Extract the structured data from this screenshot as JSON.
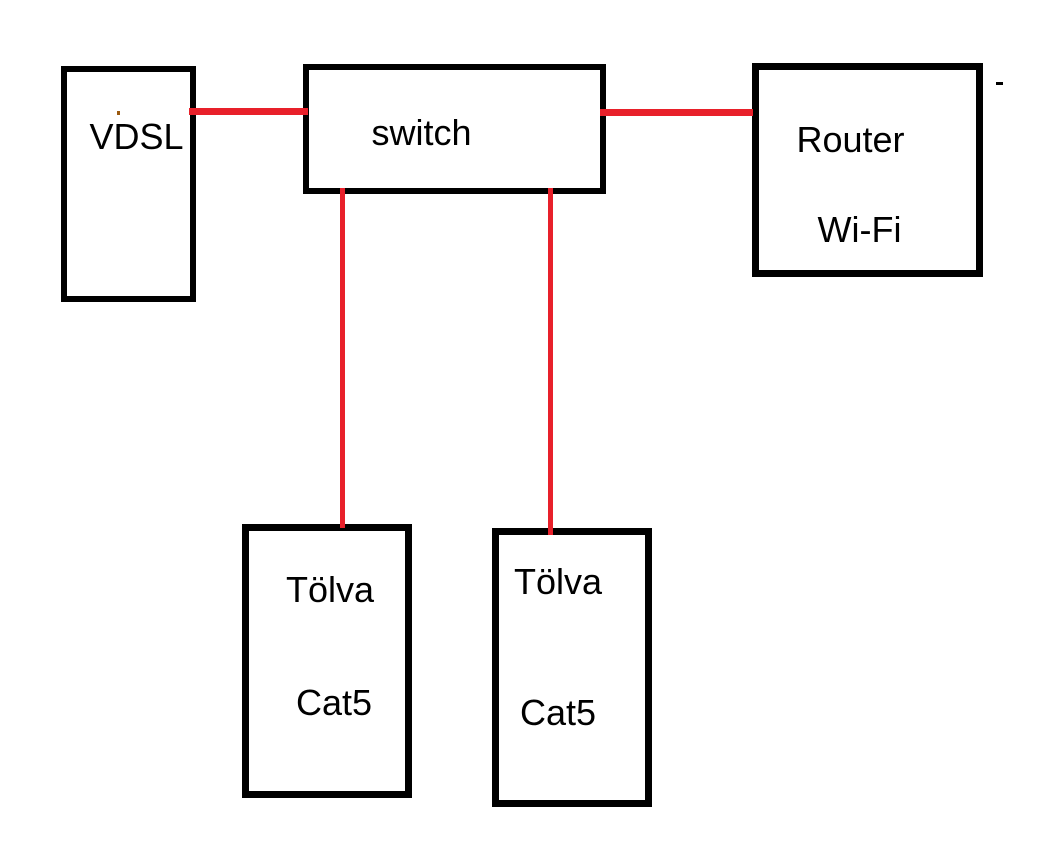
{
  "diagram": {
    "type": "network-topology",
    "colors": {
      "background": "#ffffff",
      "cable": "#e8202a",
      "node_border": "#000000",
      "node_fill": "#ffffff",
      "text": "#000000",
      "stray_dot": "#9b5a10"
    },
    "nodes": [
      {
        "id": "vdsl",
        "label": "VDSL"
      },
      {
        "id": "switch",
        "label": "switch"
      },
      {
        "id": "router",
        "label": "Router",
        "sublabel": "Wi-Fi"
      },
      {
        "id": "tolva-left",
        "label": "Tölva",
        "sublabel": "Cat5"
      },
      {
        "id": "tolva-right",
        "label": "Tölva",
        "sublabel": "Cat5"
      }
    ],
    "edges": [
      {
        "from": "vdsl",
        "to": "switch",
        "style": "red-cable"
      },
      {
        "from": "switch",
        "to": "router",
        "style": "red-cable"
      },
      {
        "from": "switch",
        "to": "tolva-left",
        "style": "red-cable"
      },
      {
        "from": "switch",
        "to": "tolva-right",
        "style": "red-cable"
      }
    ]
  }
}
